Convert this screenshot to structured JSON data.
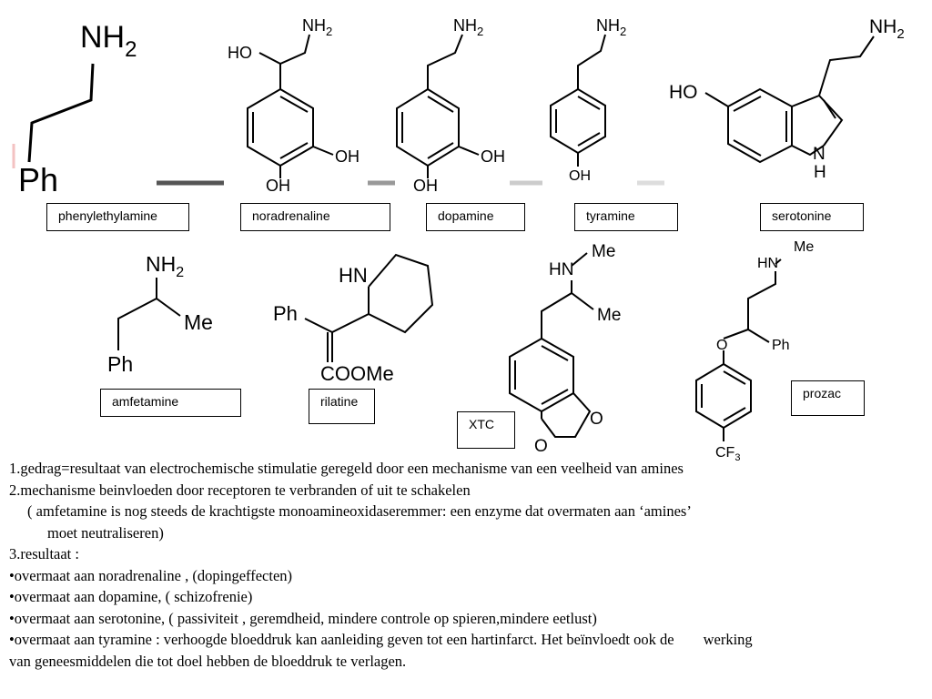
{
  "molecules": {
    "phenylethylamine": "phenylethylamine",
    "noradrenaline": "noradrenaline",
    "dopamine": "dopamine",
    "tyramine": "tyramine",
    "serotonine": "serotonine",
    "amfetamine": "amfetamine",
    "rilatine": "rilatine",
    "xtc": "XTC",
    "prozac": "prozac"
  },
  "atoms": {
    "nh2": "NH",
    "sub2": "2",
    "sub3": "3",
    "ph": "Ph",
    "ho": "HO",
    "oh": "OH",
    "n": "N",
    "h": "H",
    "me": "Me",
    "hn": "HN",
    "coome": "COOMe",
    "o": "O",
    "cf": "CF"
  },
  "notes": {
    "l1": "1.gedrag=resultaat van electrochemische stimulatie geregeld door een mechanisme van een veelheid van amines",
    "l2": "2.mechanisme beinvloeden door receptoren te verbranden of uit te schakelen",
    "l3": "( amfetamine is nog steeds de krachtigste monoamineoxidaseremmer: een enzyme dat overmaten aan ‘amines’",
    "l4": "moet neutraliseren)",
    "l5": "3.resultaat :",
    "l6": "•overmaat aan noradrenaline  ,  (dopingeffecten)",
    "l7": "•overmaat aan dopamine,    ( schizofrenie)",
    "l8": "•overmaat aan serotonine,  ( passiviteit , geremdheid, mindere controle op spieren,mindere eetlust)",
    "l9a": "•overmaat aan tyramine : verhoogde  bloeddruk kan aanleiding geven tot een hartinfarct. Het beïnvloedt ook de",
    "l9b": "werking",
    "l10": "van geneesmiddelen die tot doel hebben de bloeddruk te verlagen."
  }
}
